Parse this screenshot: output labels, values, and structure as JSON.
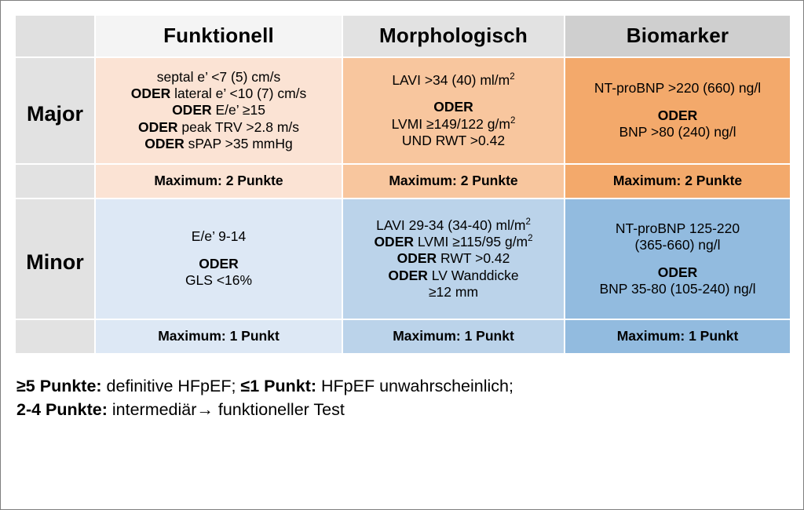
{
  "table": {
    "columns": [
      {
        "key": "label",
        "header": ""
      },
      {
        "key": "func",
        "header": "Funktionell"
      },
      {
        "key": "morph",
        "header": "Morphologisch"
      },
      {
        "key": "bio",
        "header": "Biomarker"
      }
    ],
    "rows": {
      "major": {
        "label": "Major",
        "func": {
          "lines": [
            "septal e’ <7 (5) cm/s",
            "ODER lateral e’ <10 (7) cm/s",
            "ODER E/e’ ≥15",
            "ODER peak TRV >2.8 m/s",
            "ODER sPAP >35 mmHg"
          ]
        },
        "morph": {
          "line1": "LAVI >34 (40) ml/m",
          "line1_sup": "2",
          "oder": "ODER",
          "line2": "LVMI ≥149/122 g/m",
          "line2_sup": "2",
          "line3": "UND RWT >0.42"
        },
        "bio": {
          "line1": "NT-proBNP >220 (660) ng/l",
          "oder": "ODER",
          "line2": "BNP >80 (240) ng/l"
        },
        "maximum": "Maximum: 2 Punkte"
      },
      "minor": {
        "label": "Minor",
        "func": {
          "line1": "E/e’ 9-14",
          "oder": "ODER",
          "line2": "GLS <16%"
        },
        "morph": {
          "line1": "LAVI 29-34 (34-40) ml/m",
          "line1_sup": "2",
          "line2_bold": "ODER",
          "line2": " LVMI ≥115/95 g/m",
          "line2_sup": "2",
          "line3_bold": "ODER",
          "line3": " RWT >0.42",
          "line4_bold": "ODER",
          "line4": " LV Wanddicke",
          "line5": "≥12 mm"
        },
        "bio": {
          "line1": "NT-proBNP 125-220",
          "line2": "(365-660) ng/l",
          "oder": "ODER",
          "line3": "BNP 35-80 (105-240) ng/l"
        },
        "maximum": "Maximum: 1 Punkt"
      }
    }
  },
  "footer": {
    "line1_a_bold": "≥5 Punkte:",
    "line1_a_rest": " definitive HFpEF; ",
    "line1_b_bold": "≤1 Punkt:",
    "line1_b_rest": " HFpEF unwahrscheinlich;",
    "line2_bold": "2-4 Punkte:",
    "line2_rest": " intermediär",
    "line2_arrow": "→",
    "line2_tail": " funktioneller Test"
  },
  "colors": {
    "orange_light": "#fbe3d4",
    "orange_medium": "#f8c69e",
    "orange_dark": "#f3a96b",
    "blue_light": "#dde8f5",
    "blue_medium": "#bbd3ea",
    "blue_dark": "#92bbdf",
    "gray_label": "#e2e2e2",
    "gray_header_func": "#f4f4f4",
    "gray_header_morph": "#e2e2e2",
    "gray_header_bio": "#cfcfcf",
    "border": "#7f7f7f"
  }
}
